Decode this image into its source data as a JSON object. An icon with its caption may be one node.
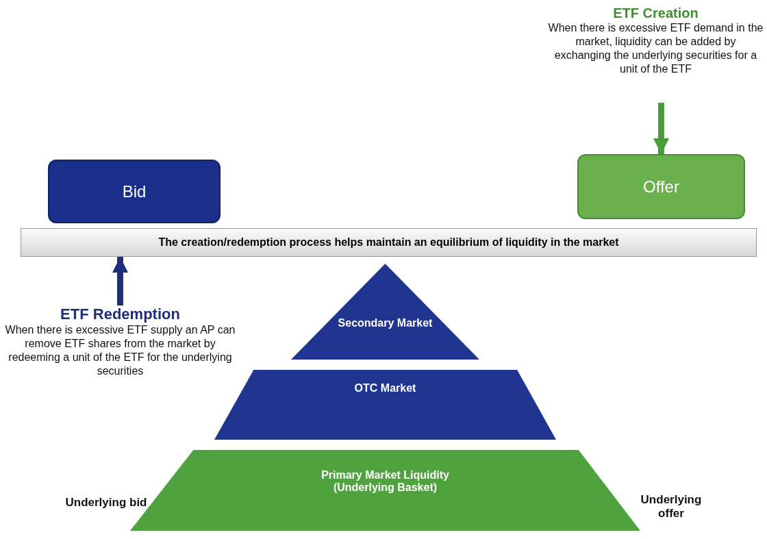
{
  "diagram": {
    "nodes": [
      {
        "text": [
          "ETF Creation",
          "When there is excessive ETF demand in the market, liquidity can be added by exchanging the underlying securities for a unit of the ETF"
        ]
      },
      {
        "text": [
          "Offer"
        ]
      },
      {
        "text": [
          "Bid"
        ]
      },
      {
        "text": [
          "The creation/redemption process helps maintain an equilibrium of liquidity in the market"
        ]
      },
      {
        "text": [
          "ETF Redemption",
          "When there is excessive ETF supply an AP can remove ETF shares from the market by redeeming a unit of the ETF for the underlying securities"
        ]
      },
      {
        "text": [
          "Secondary Market"
        ]
      },
      {
        "text": [
          "OTC Market"
        ]
      },
      {
        "text": [
          "Primary Market Liquidity (Underlying Basket)"
        ]
      }
    ],
    "edges": [
      {
        "from": 0,
        "to": 1,
        "arrow": "to",
        "color": "#4a9e3a"
      },
      {
        "from": 4,
        "to": 3,
        "arrow": "to",
        "color": "#1c2f7e"
      }
    ],
    "labels": [
      "Underlying bid",
      "Underlying offer"
    ]
  }
}
